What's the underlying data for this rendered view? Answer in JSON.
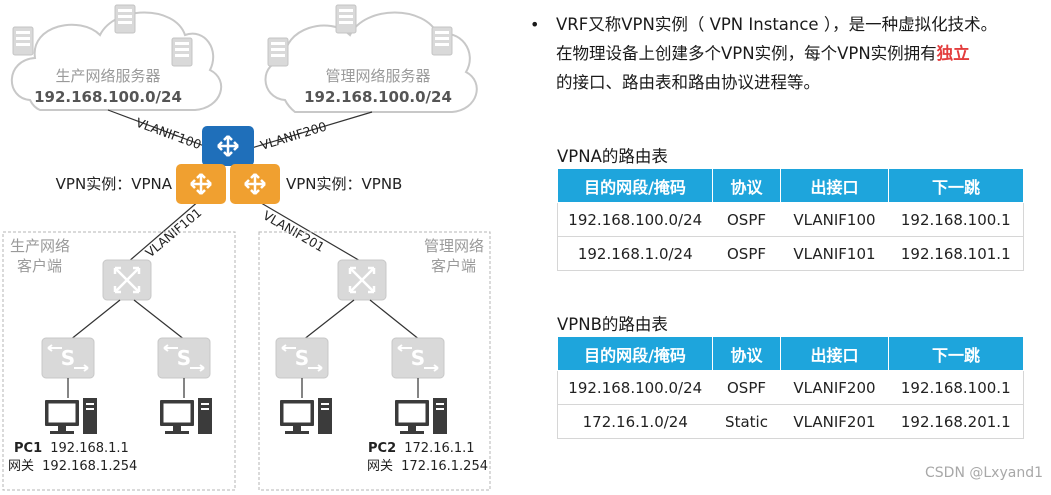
{
  "clouds": {
    "left": {
      "name": "生产网络服务器",
      "subnet": "192.168.100.0/24"
    },
    "right": {
      "name": "管理网络服务器",
      "subnet": "192.168.100.0/24"
    }
  },
  "links": {
    "vlanif100": "VLANIF100",
    "vlanif200": "VLANIF200",
    "vlanif101": "VLANIF101",
    "vlanif201": "VLANIF201"
  },
  "vpn": {
    "a_label": "VPN实例：VPNA",
    "b_label": "VPN实例：VPNB"
  },
  "client_groups": {
    "left": {
      "line1": "生产网络",
      "line2": "客户端"
    },
    "right": {
      "line1": "管理网络",
      "line2": "客户端"
    }
  },
  "pcs": {
    "pc1": {
      "name": "PC1",
      "ip": "192.168.1.1",
      "gw_label": "网关",
      "gw": "192.168.1.254"
    },
    "pc2": {
      "name": "PC2",
      "ip": "172.16.1.1",
      "gw_label": "网关",
      "gw": "172.16.1.254"
    }
  },
  "description": {
    "bullet": "•",
    "line1": "VRF又称VPN实例（ VPN Instance ），是一种虚拟化技术。",
    "line2_pre": "在物理设备上创建多个VPN实例，每个VPN实例拥有",
    "line2_hl": "独立",
    "line3": "的接口、路由表和路由协议进程等。"
  },
  "tables": [
    {
      "title": "VPNA的路由表",
      "headers": [
        "目的网段/掩码",
        "协议",
        "出接口",
        "下一跳"
      ],
      "rows": [
        [
          "192.168.100.0/24",
          "OSPF",
          "VLANIF100",
          "192.168.100.1"
        ],
        [
          "192.168.1.0/24",
          "OSPF",
          "VLANIF101",
          "192.168.101.1"
        ]
      ]
    },
    {
      "title": "VPNB的路由表",
      "headers": [
        "目的网段/掩码",
        "协议",
        "出接口",
        "下一跳"
      ],
      "rows": [
        [
          "192.168.100.0/24",
          "OSPF",
          "VLANIF200",
          "192.168.100.1"
        ],
        [
          "172.16.1.0/24",
          "Static",
          "VLANIF201",
          "192.168.201.1"
        ]
      ]
    }
  ],
  "watermark": "CSDN @Lxyand1",
  "colors": {
    "router_blue": "#1f6fba",
    "router_orange": "#f0a030",
    "table_header": "#1ea5dc",
    "highlight": "#e33d3d",
    "gray_device": "#d4d4d4"
  }
}
